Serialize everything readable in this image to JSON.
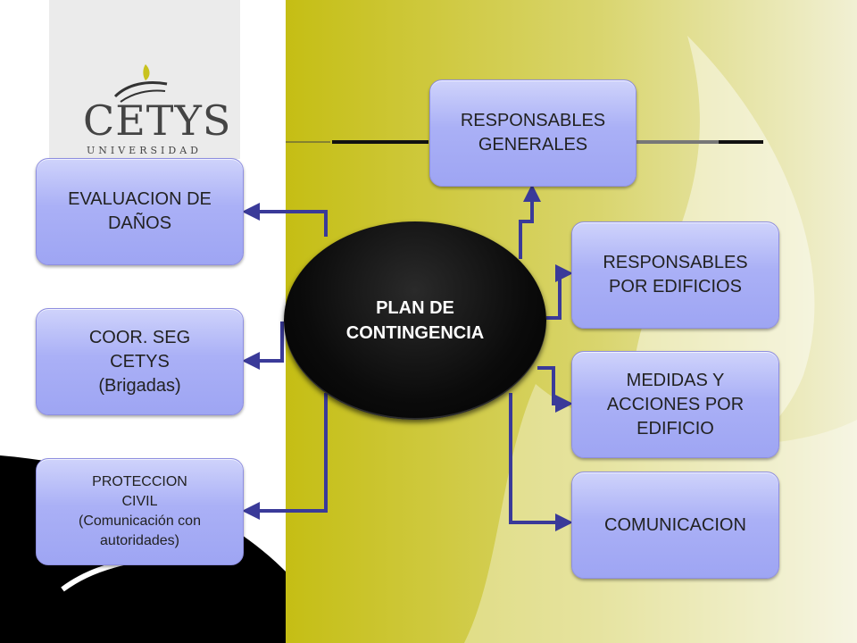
{
  "logo": {
    "name": "CETYS",
    "subtitle": "UNIVERSIDAD"
  },
  "center": {
    "line1": "PLAN DE",
    "line2": "CONTINGENCIA"
  },
  "nodes": {
    "evaluacion": {
      "line1": "EVALUACION DE",
      "line2": "DAÑOS"
    },
    "coor_seg": {
      "line1": "COOR. SEG",
      "line2": "CETYS",
      "line3": "(Brigadas)"
    },
    "proteccion": {
      "line1": "PROTECCION",
      "line2": "CIVIL",
      "line3": "(Comunicación con",
      "line4": "autoridades)"
    },
    "resp_generales": {
      "line1": "RESPONSABLES",
      "line2": "GENERALES"
    },
    "resp_edificios": {
      "line1": "RESPONSABLES",
      "line2": "POR EDIFICIOS"
    },
    "medidas": {
      "line1": "MEDIDAS Y",
      "line2": "ACCIONES POR",
      "line3": "EDIFICIO"
    },
    "comunicacion": {
      "line1": "COMUNICACION"
    }
  },
  "colors": {
    "olive": "#c8c21e",
    "box_fill": "#aab0f6",
    "arrow": "#3a3a99",
    "center_fill": "#000000"
  }
}
